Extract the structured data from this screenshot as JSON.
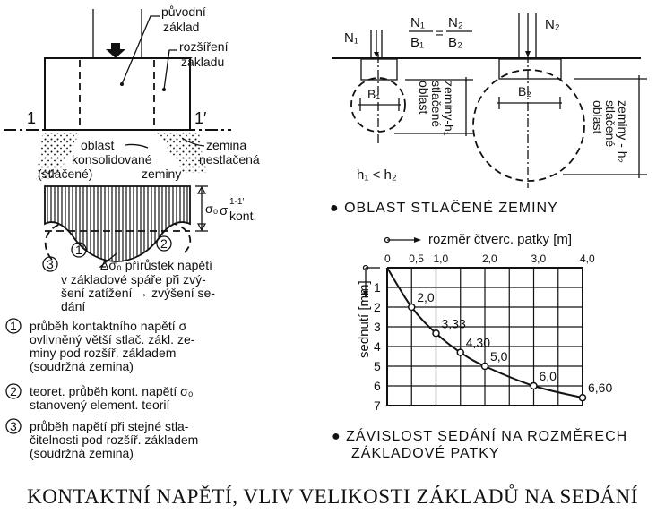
{
  "left_figure": {
    "label_original": [
      "původní",
      "základ"
    ],
    "label_extension": [
      "rozšíření",
      "základu"
    ],
    "section_left": "1",
    "section_right": "1′",
    "soil_zone": [
      "oblast",
      "konsolidované",
      "(stlačené)",
      "zeminy"
    ],
    "soil_uncompressed": [
      "zemina",
      "nestlačená"
    ],
    "sigma0": "σ₀",
    "sigma_kont": "σ",
    "sigma_kont_sup": "1-1′",
    "sigma_kont_sub": "kont.",
    "marker_1": "1",
    "marker_2": "2",
    "marker_3": "3",
    "increment_note": [
      "Δσ₀ přírůstek napětí",
      "v základové spáře při zvý-",
      "šení zatížení → zvýšení se-",
      "dání"
    ],
    "legend": [
      {
        "marker": "1",
        "lines": [
          "průběh kontaktního napětí σ",
          "ovlivněný větší stlač. zákl. ze-",
          "miny pod rozšíř. základem",
          "(soudržná zemina)"
        ]
      },
      {
        "marker": "2",
        "lines": [
          "teoret. průběh kont. napětí σ₀",
          "stanovený element. teorií"
        ]
      },
      {
        "marker": "3",
        "lines": [
          "průběh napětí při stejné stla-",
          "čitelnosti pod rozšíř. základem",
          "(soudržná zemina)"
        ]
      }
    ]
  },
  "right_figure": {
    "n1": "N₁",
    "n2": "N₂",
    "formula": {
      "num1": "N₁",
      "den1": "B₁",
      "eq": "=",
      "num2": "N₂",
      "den2": "B₂"
    },
    "b1": "B₁",
    "b2": "B₂",
    "zone_h1": [
      "oblast",
      "stlačené",
      "zeminy-h₁"
    ],
    "zone_h2": [
      "oblast",
      "stlačené",
      "zeminy - h₂"
    ],
    "relation": "h₁ < h₂",
    "caption": "● OBLAST  STLAČENÉ  ZEMINY"
  },
  "chart_data": {
    "type": "line",
    "title": "",
    "xlabel": "rozměr čtverc. patky [m]",
    "ylabel": "sednutí [mm]",
    "xlim": [
      0,
      4.0
    ],
    "ylim": [
      0,
      7
    ],
    "y_inverted": true,
    "x_tick_labels": [
      {
        "v": 0,
        "t": "0"
      },
      {
        "v": 0.5,
        "t": "0,5"
      },
      {
        "v": 1.0,
        "t": "1,0"
      },
      {
        "v": 2.0,
        "t": "2,0"
      },
      {
        "v": 3.0,
        "t": "3,0"
      },
      {
        "v": 4.0,
        "t": "4,0"
      }
    ],
    "y_tick_labels": [
      "1",
      "2",
      "3",
      "4",
      "5",
      "6",
      "7"
    ],
    "grid": true,
    "x": [
      0,
      0.5,
      1.0,
      1.5,
      2.0,
      3.0,
      4.0
    ],
    "y": [
      0,
      2.0,
      3.33,
      4.3,
      5.0,
      6.0,
      6.6
    ],
    "point_labels": [
      "",
      "2,0",
      "3,33",
      "4,30",
      "5,0",
      "6,0",
      "6,60"
    ],
    "caption": [
      "● ZÁVISLOST  SEDÁNÍ  NA  ROZMĚRECH",
      "ZÁKLADOVÉ  PATKY"
    ]
  },
  "page_title": "KONTAKTNÍ NAPĚTÍ, VLIV VELIKOSTI ZÁKLADŮ NA SEDÁNÍ"
}
